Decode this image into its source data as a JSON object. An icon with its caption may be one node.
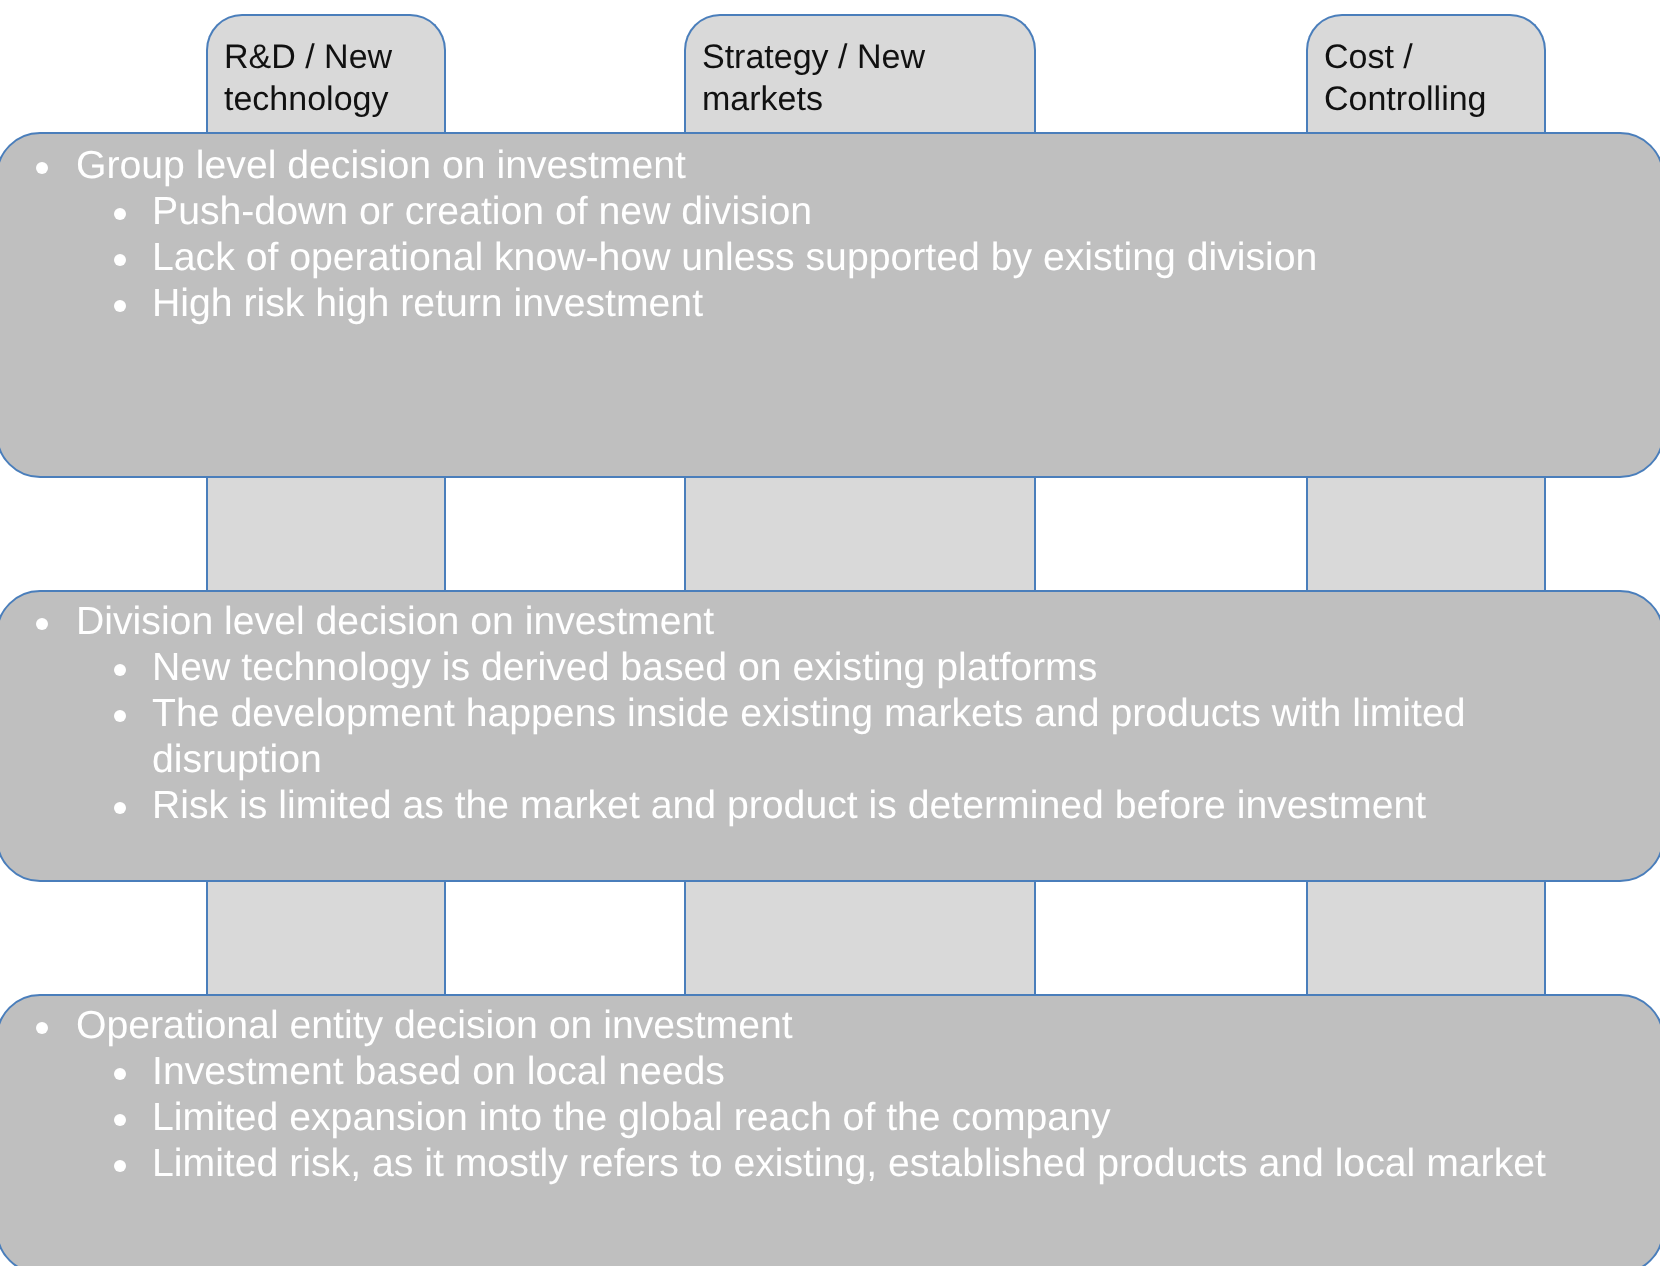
{
  "diagram": {
    "nodes": [
      {
        "text": [
          "R&D / New technology"
        ]
      },
      {
        "text": [
          "Strategy / New markets"
        ]
      },
      {
        "text": [
          "Cost / Controlling"
        ]
      },
      {
        "text": [
          "Group level decision on investment",
          "Push-down or creation of new division",
          "Lack of operational know-how unless supported by existing division",
          "High risk high return investment"
        ]
      },
      {
        "text": [],
        "shape": "box"
      },
      {
        "text": [],
        "shape": "box"
      },
      {
        "text": [],
        "shape": "box"
      },
      {
        "text": [
          "Division level decision on investment",
          "New technology is derived based on existing platforms",
          "The development happens inside existing markets and products with limited disruption",
          "Risk is limited as the market and product is determined before investment"
        ]
      },
      {
        "text": [],
        "shape": "box"
      },
      {
        "text": [],
        "shape": "box"
      },
      {
        "text": [],
        "shape": "box"
      },
      {
        "text": [
          "Operational entity decision on investment",
          "Investment based on local needs",
          "Limited expansion into the global reach of the company",
          "Limited risk, as it mostly refers to existing, established products and local market"
        ]
      }
    ],
    "edges": []
  }
}
